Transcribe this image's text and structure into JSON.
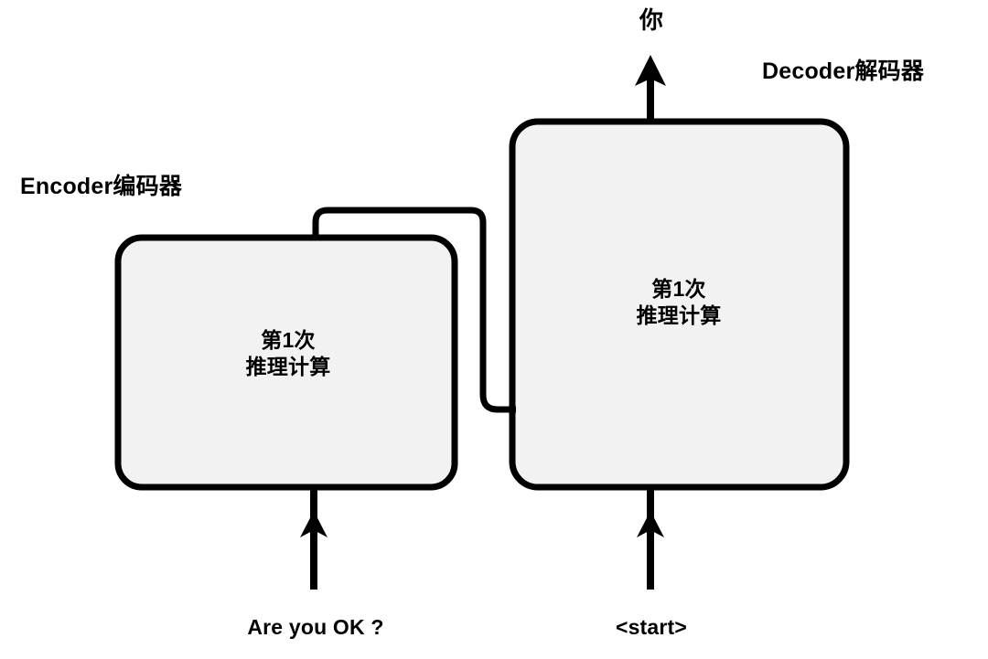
{
  "diagram": {
    "title": "Encoder-Decoder inference step diagram",
    "background_color": "#ffffff",
    "stroke_color": "#000000",
    "box_fill_color": "#f2f2f2",
    "encoder": {
      "section_label": "Encoder编码器",
      "box_line1": "第1次",
      "box_line2": "推理计算",
      "input_label": "Are you OK ?"
    },
    "decoder": {
      "section_label": "Decoder解码器",
      "box_line1": "第1次",
      "box_line2": "推理计算",
      "input_label": "<start>",
      "output_label": "你"
    },
    "connector": {
      "name": "encoder-to-decoder-connector"
    }
  }
}
